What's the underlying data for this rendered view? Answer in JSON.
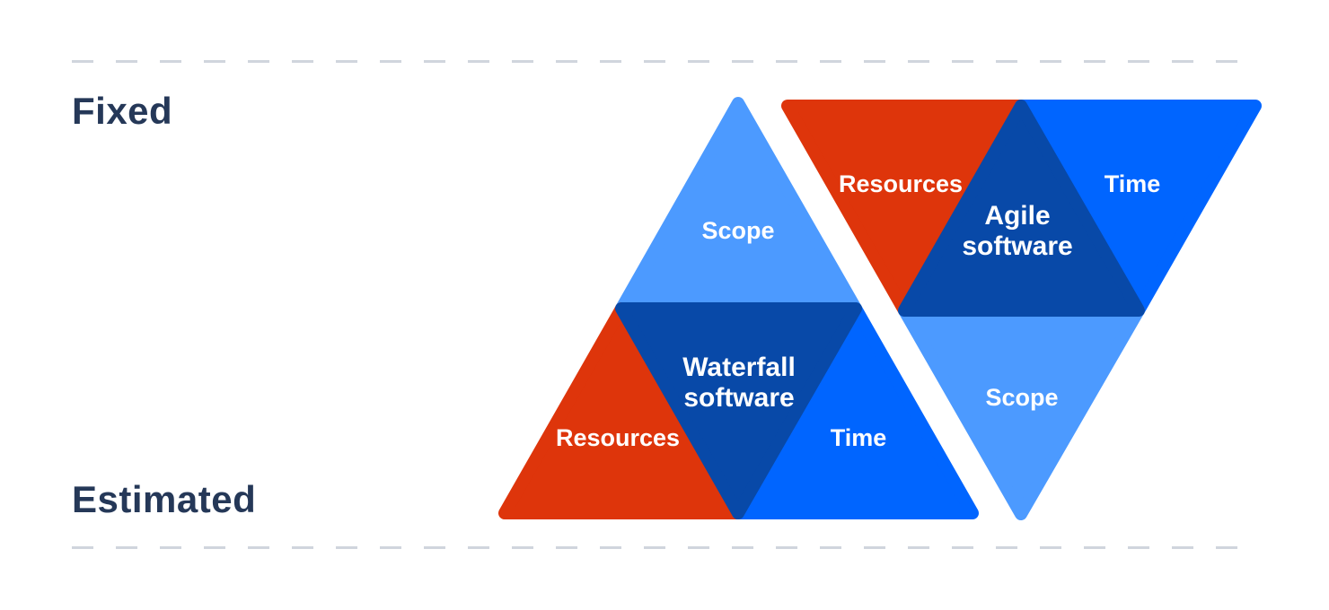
{
  "header": {
    "fixed_label": "Fixed",
    "estimated_label": "Estimated"
  },
  "colors": {
    "scope_fill": "#4C9AFF",
    "time_fill": "#0065FF",
    "resources_fill": "#DE350B",
    "center_fill": "#0849A8",
    "label_text": "#FFFFFF",
    "heading_text": "#253858",
    "dash": "#D0D5DD",
    "background": "#FFFFFF"
  },
  "diagram": {
    "waterfall": {
      "scope_label": "Scope",
      "resources_label": "Resources",
      "time_label": "Time",
      "center_lines": [
        "Waterfall",
        "software"
      ]
    },
    "agile": {
      "resources_label": "Resources",
      "time_label": "Time",
      "scope_label": "Scope",
      "center_lines": [
        "Agile",
        "software"
      ]
    }
  }
}
